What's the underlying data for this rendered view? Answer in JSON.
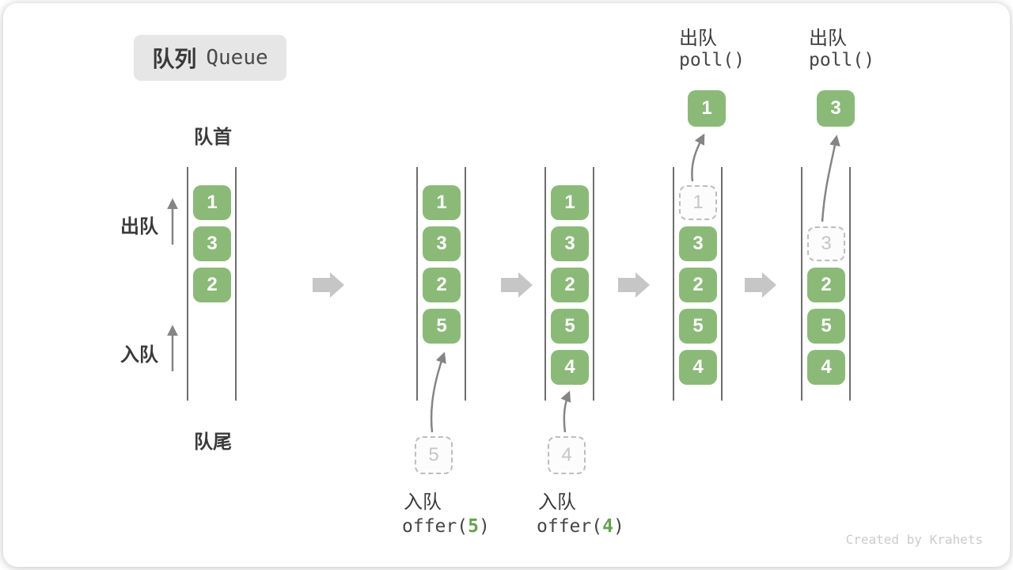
{
  "title": {
    "cn": "队列",
    "en": "Queue"
  },
  "labels": {
    "front": "队首",
    "rear": "队尾",
    "dequeue_side": "出队",
    "enqueue_side": "入队"
  },
  "columns": [
    {
      "slots": [
        "1",
        "3",
        "2"
      ]
    },
    {
      "slots": [
        "1",
        "3",
        "2",
        "5"
      ],
      "pending": "5"
    },
    {
      "slots": [
        "1",
        "3",
        "2",
        "5",
        "4"
      ],
      "pending": "4"
    },
    {
      "dashed": "1",
      "slots": [
        "3",
        "2",
        "5",
        "4"
      ],
      "result": "1"
    },
    {
      "dashed": "3",
      "slots": [
        "2",
        "5",
        "4"
      ],
      "result": "3"
    }
  ],
  "operations": {
    "enq5": {
      "label": "入队",
      "code_pre": "offer(",
      "code_arg": "5",
      "code_suf": ")"
    },
    "enq4": {
      "label": "入队",
      "code_pre": "offer(",
      "code_arg": "4",
      "code_suf": ")"
    },
    "deq1": {
      "label": "出队",
      "code": "poll()"
    },
    "deq3": {
      "label": "出队",
      "code": "poll()"
    }
  },
  "watermark": "Created by Krahets",
  "colors": {
    "green": "#8bba78",
    "green_dark": "#67a24f",
    "badge_bg": "#e6e6e6",
    "text_dark": "#3a3a3a",
    "code_text": "#454545",
    "line": "#6e6e6e",
    "thin_arrow": "#858585",
    "block_arrow": "#c6c6c6",
    "dashed_border": "#bdbdbd",
    "dashed_text": "#c6c6c6",
    "watermark": "#cbcbcb",
    "card_bg": "#ffffff"
  }
}
